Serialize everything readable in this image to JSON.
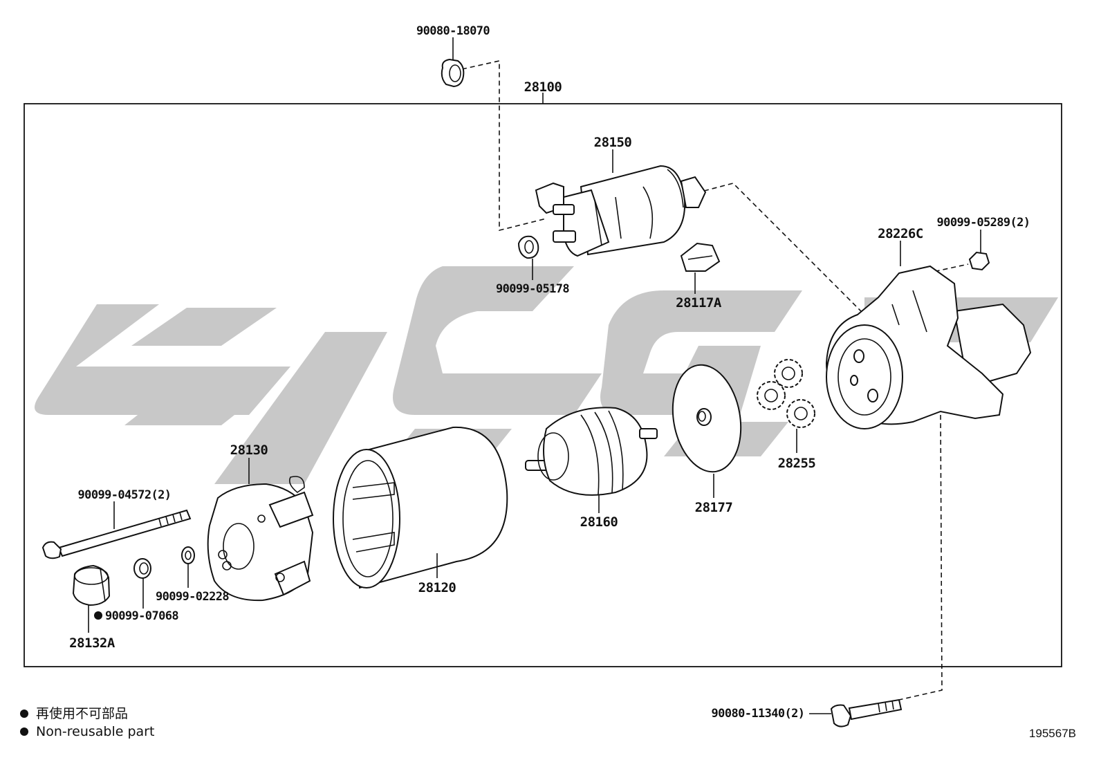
{
  "diagram": {
    "diagram_id": "195567B",
    "assembly_label": "28100",
    "parts": {
      "nut_top": "90080-18070",
      "solenoid": "28150",
      "nut_small": "90099-05178",
      "cover": "28117A",
      "housing": "28226C",
      "nut_right": "90099-05289(2)",
      "gears": "28255",
      "plate": "28177",
      "armature": "28160",
      "yoke": "28120",
      "end_frame": "28130",
      "through_bolt": "90099-04572(2)",
      "washer": "90099-02228",
      "ring": "90099-07068",
      "cap": "28132A",
      "bolt_bottom": "90080-11340(2)"
    },
    "legend": {
      "line1": "再使用不可部品",
      "line2": "Non-reusable part"
    }
  }
}
